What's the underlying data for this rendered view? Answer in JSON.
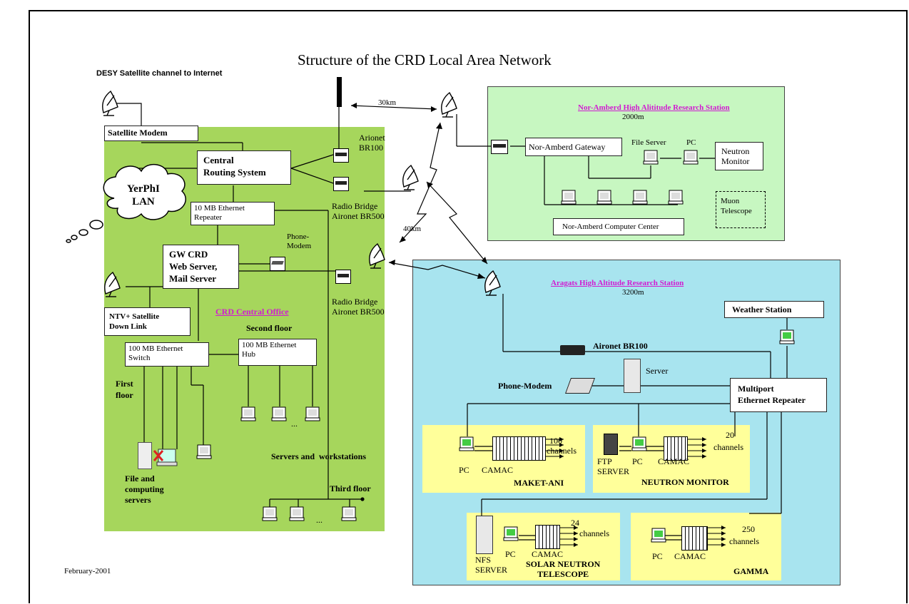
{
  "title": "Structure of the CRD Local Area Network",
  "date": "February-2001",
  "crd": {
    "desy": "DESY Satellite channel to Internet",
    "sat_modem": "Satellite Modem",
    "central_routing": [
      "Central",
      "Routing System"
    ],
    "yerphi": [
      "YerPhI",
      "LAN"
    ],
    "eth10": [
      "10 MB Ethernet",
      "Repeater"
    ],
    "phone_modem": [
      "Phone-",
      "Modem"
    ],
    "gw": [
      "GW CRD",
      "Web Server,",
      "Mail Server"
    ],
    "ntv": [
      "NTV+ Satellite",
      "Down Link"
    ],
    "office": "CRD Central Office",
    "second_floor": "Second floor",
    "eth100_switch": [
      "100 MB Ethernet",
      "Switch"
    ],
    "eth100_hub": [
      "100 MB Ethernet",
      "Hub"
    ],
    "first_floor": [
      "First",
      "floor"
    ],
    "servers_ws": "Servers and  workstations",
    "third_floor": "Third floor",
    "file_servers": [
      "File and",
      "computing",
      "servers"
    ],
    "arionet": [
      "Arionet",
      "BR100"
    ],
    "radio_bridge_1": [
      "Radio Bridge",
      "Aironet BR500"
    ],
    "radio_bridge_2": [
      "Radio Bridge",
      "Aironet BR500"
    ],
    "ellipsis": "..."
  },
  "links": {
    "d30": "30km",
    "d40": "40km"
  },
  "nor_amberd": {
    "title": "Nor-Amberd High Alititude Research Station",
    "alt": "2000m",
    "gateway": "Nor-Amberd Gateway",
    "file_server": "File Server",
    "pc": "PC",
    "neutron_monitor": [
      "Neutron",
      "Monitor"
    ],
    "muon": [
      "Muon",
      "Telescope"
    ],
    "computer_center": "Nor-Amberd Computer Center"
  },
  "aragats": {
    "title": "Aragats High Altitude Research Station",
    "alt": "3200m",
    "weather": "Weather Station",
    "aironet": "Aironet BR100",
    "server": "Server",
    "phone_modem": "Phone-Modem",
    "repeater": [
      "Multiport",
      "Ethernet Repeater"
    ],
    "maket": {
      "pc": "PC",
      "camac": "CAMAC",
      "n": "100",
      "ch": "channels",
      "name": "MAKET-ANI"
    },
    "neutron": {
      "ftp": [
        "FTP",
        "SERVER"
      ],
      "pc": "PC",
      "camac": "CAMAC",
      "n": "20",
      "ch": "channels",
      "name": "NEUTRON MONITOR"
    },
    "solar": {
      "nfs": [
        "NFS",
        "SERVER"
      ],
      "pc": "PC",
      "camac": "CAMAC",
      "n": "24",
      "ch": "channels",
      "name": [
        "SOLAR NEUTRON",
        "TELESCOPE"
      ]
    },
    "gamma": {
      "pc": "PC",
      "camac": "CAMAC",
      "n": "250",
      "ch": "channels",
      "name": "GAMMA"
    }
  }
}
